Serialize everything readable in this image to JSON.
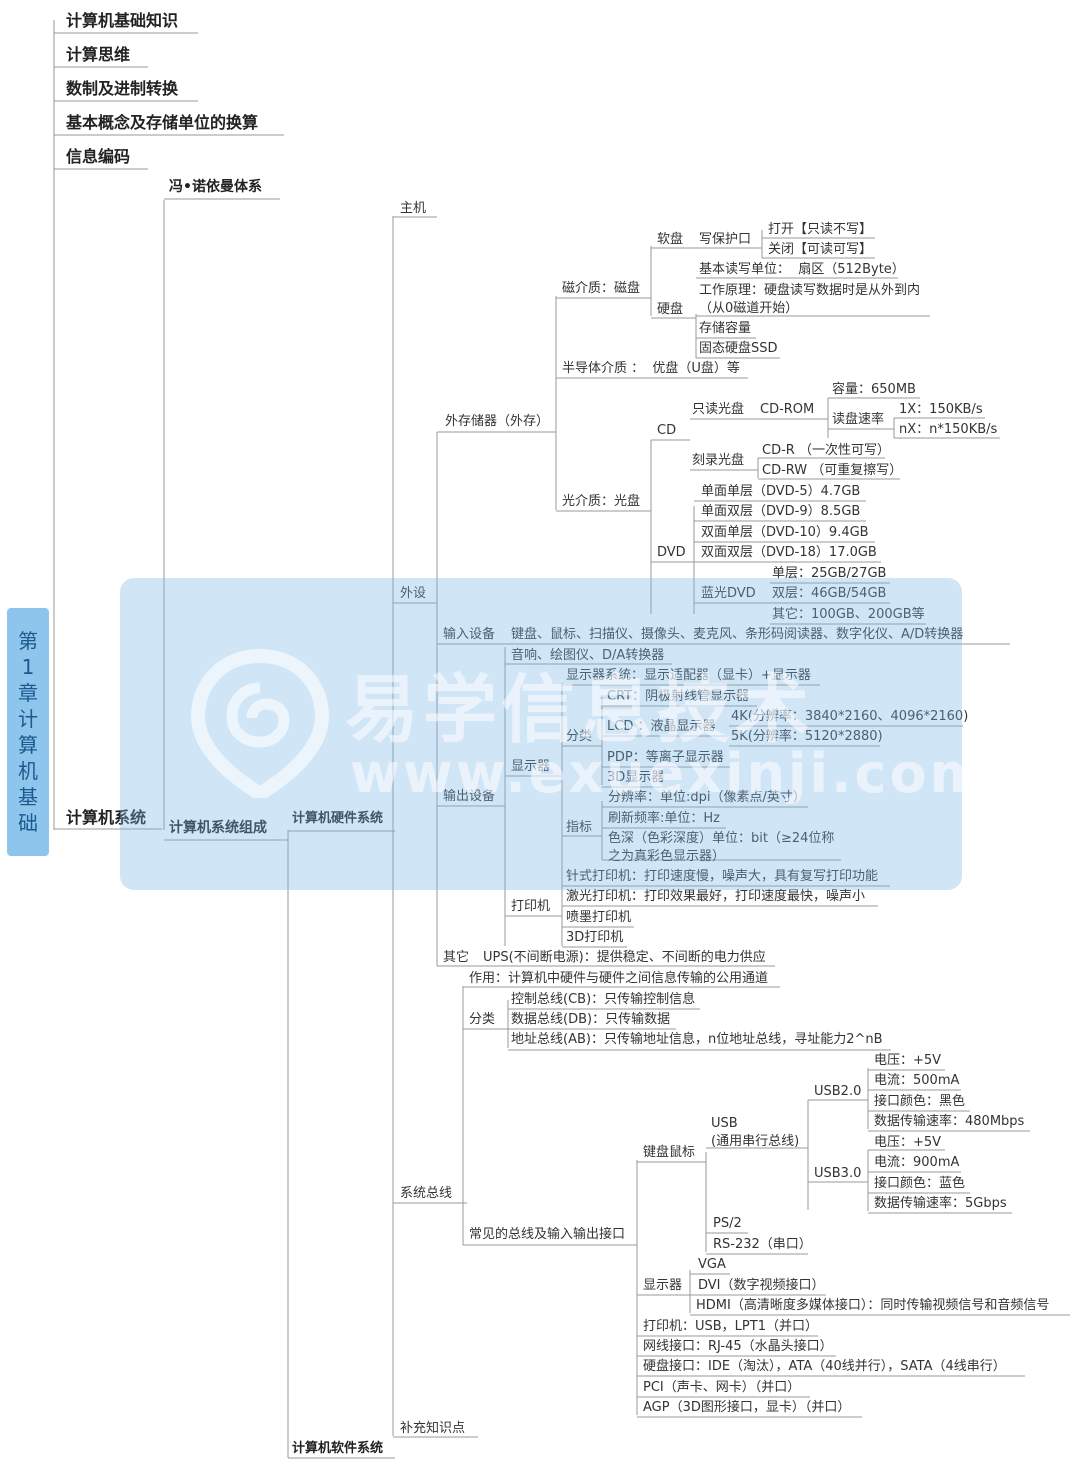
{
  "root": "第1章 计算机基础",
  "top_topics": [
    "计算机基础知识",
    "计算思维",
    "数制及进制转换",
    "基本概念及存储单位的换算",
    "信息编码"
  ],
  "system": "计算机系统",
  "vonneumann": "冯•诺依曼体系",
  "composition": "计算机系统组成",
  "hardware": "计算机硬件系统",
  "software": "计算机软件系统",
  "host": "主机",
  "peripheral": "外设",
  "external_storage": "外存储器（外存）",
  "magnetic": "磁介质：磁盘",
  "floppy": "软盘",
  "write_protect": "写保护口",
  "wp_open": "打开【只读不写】",
  "wp_close": "关闭【可读可写】",
  "hard_disk": "硬盘",
  "hd_items": [
    "基本读写单位：  扇区（512Byte）",
    "工作原理：硬盘读写数据时是从外到内\n（从0磁道开始）",
    "存储容量",
    "固态硬盘SSD"
  ],
  "semiconductor": "半导体介质 ：  优盘（U盘）等",
  "optical": "光介质：光盘",
  "cd": "CD",
  "readonly_disc": "只读光盘",
  "cdrom": "CD-ROM",
  "capacity": "容量：650MB",
  "read_rate": "读盘速率",
  "rate_1x": "1X：150KB/s",
  "rate_nx": "nX：n*150KB/s",
  "burn_disc": "刻录光盘",
  "cdr": "CD-R （一次性可写）",
  "cdrw": "CD-RW （可重复擦写）",
  "dvd": "DVD",
  "dvd_items": [
    "单面单层（DVD-5）4.7GB",
    "单面双层（DVD-9）8.5GB",
    "双面单层（DVD-10）9.4GB",
    "双面双层（DVD-18）17.0GB"
  ],
  "bluray": "蓝光DVD",
  "bluray_items": [
    "单层：25GB/27GB",
    "双层：46GB/54GB",
    "其它：100GB、200GB等"
  ],
  "input": "输入设备",
  "input_list": "键盘、鼠标、扫描仪、摄像头、麦克风、条形码阅读器、数字化仪、A/D转换器",
  "output": "输出设备",
  "output_misc": "音响、绘图仪、D/A转换器",
  "display": "显示器",
  "display_system": "显示器系统：显示适配器（显卡）+显示器",
  "classify": "分类",
  "crt": "CRT：阴极射线管显示器",
  "lcd": "LCD ：液晶显示器",
  "lcd_4k": "4K(分辨率：3840*2160、4096*2160)",
  "lcd_5k": "5K(分辨率：5120*2880)",
  "pdp": "PDP：等离子显示器",
  "d3": "3D显示器",
  "metric": "指标",
  "metrics": [
    "分辨率：单位:dpi（像素点/英寸）",
    "刷新频率:单位：Hz",
    "色深（色彩深度）单位：bit（≥24位称\n之为真彩色显示器）"
  ],
  "printer": "打印机",
  "printers": [
    "针式打印机：打印速度慢，噪声大，具有复写打印功能",
    "激光打印机：打印效果最好，打印速度最快，噪声小",
    "喷墨打印机",
    "3D打印机"
  ],
  "other": "其它",
  "ups": "UPS(不间断电源)：提供稳定、不间断的电力供应",
  "bus": "系统总线",
  "bus_role": "作用：计算机中硬件与硬件之间信息传输的公用通道",
  "bus_class": "分类",
  "bus_items": [
    "控制总线(CB)：只传输控制信息",
    "数据总线(DB)：只传输数据",
    "地址总线(AB)：只传输地址信息，n位地址总线，寻址能力2^nB"
  ],
  "interfaces": "常见的总线及输入输出接口",
  "kbm": "键盘鼠标",
  "usb": "USB\n(通用串行总线)",
  "usb2": "USB2.0",
  "usb2_items": [
    "电压：+5V",
    "电流：500mA",
    "接口颜色：黑色",
    "数据传输速率：480Mbps"
  ],
  "usb3": "USB3.0",
  "usb3_items": [
    "电压：+5V",
    "电流：900mA",
    "接口颜色：蓝色",
    "数据传输速率：5Gbps"
  ],
  "ps2": "PS/2",
  "rs232": "RS-232（串口）",
  "monitor_if": "显示器",
  "vga": "VGA",
  "dvi": "DVI（数字视频接口）",
  "hdmi": "HDMI（高清晰度多媒体接口）：同时传输视频信号和音频信号",
  "if_items": [
    "打印机：USB，LPT1（并口）",
    "网线接口：RJ-45（水晶头接口）",
    "硬盘接口：IDE（淘汰），ATA（40线并行），SATA（4线串行）",
    "PCI（声卡、网卡）（并口）",
    "AGP（3D图形接口，显卡）（并口）"
  ],
  "supplement": "补充知识点",
  "watermark_text": "易学信息技术",
  "watermark_url": "www.exuexinji.com",
  "colors": {
    "root_bg": "#8ec5ec",
    "line": "#9a9a9a",
    "watermark": "#78b4e6"
  }
}
